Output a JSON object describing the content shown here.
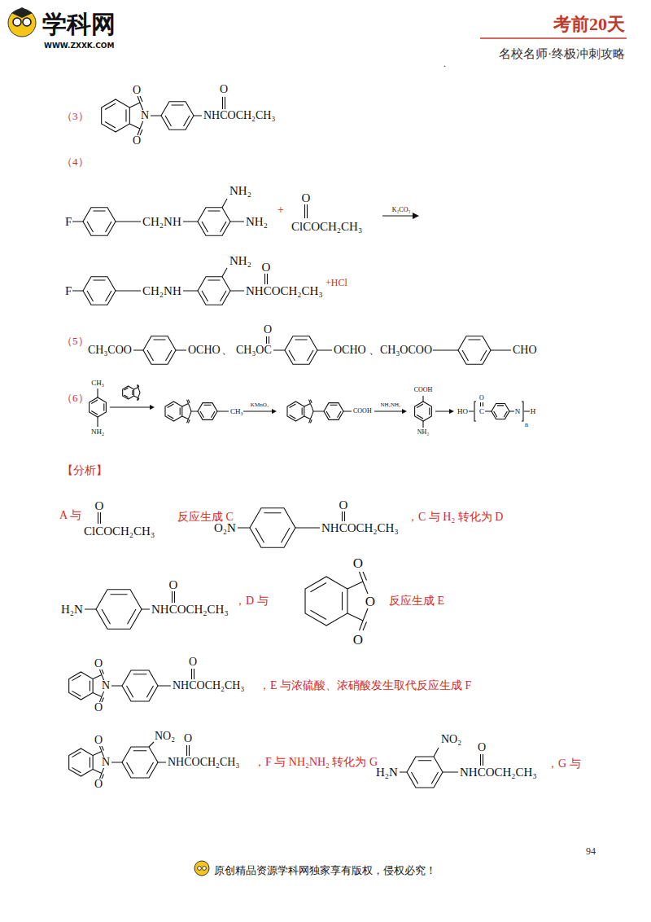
{
  "diagram": {
    "labels": [
      "学科网",
      "WWW.ZXXK.COM",
      "考前20天",
      "名校名师·终极冲刺攻略",
      ".",
      "（3）",
      "O",
      "N",
      "O",
      "O",
      "NHCOCH₂CH₃",
      "（4）",
      "F",
      "CH₂NH",
      "NH₂",
      "NH₂",
      "+",
      "O",
      "ClCOCH₂CH₃",
      "K₂CO₃",
      "F",
      "CH₂NH",
      "NH₂",
      "O",
      "NHCOCH₂CH₃",
      "+HCl",
      "（5）",
      "CH₃COO",
      "OCHO",
      "、",
      "O",
      "CH₃OC",
      "OCHO",
      "、CH₃OCOO",
      "CHO",
      "（6）",
      "CH₃",
      "NH₂",
      "CH₃",
      "KMnO₄",
      "COOH",
      "NH₂NH₂",
      "COOH",
      "NH₂",
      "HO",
      "O",
      "C",
      "N",
      "n",
      "H",
      "【分析】",
      "A 与",
      "O",
      "ClCOCH₂CH₃",
      "反应生成 C",
      "O₂N",
      "O",
      "NHCOCH₂CH₃",
      "，C 与 H₂ 转化为 D",
      "H₂N",
      "O",
      "NHCOCH₂CH₃",
      "，D 与",
      "O",
      "O",
      "O",
      "反应生成 E",
      "O",
      "N",
      "O",
      "O",
      "NHCOCH₂CH₃",
      "，E 与浓硫酸、浓硝酸发生取代反应生成 F",
      "O",
      "N",
      "O",
      "NO₂",
      "O",
      "NHCOCH₂CH₃",
      "，F 与 NH₂NH₂ 转化为 G",
      "H₂N",
      "NO₂",
      "O",
      "NHCOCH₂CH₃",
      "，G 与",
      "94",
      "原创精品资源学科网独家享有版权，侵权必究！"
    ]
  }
}
